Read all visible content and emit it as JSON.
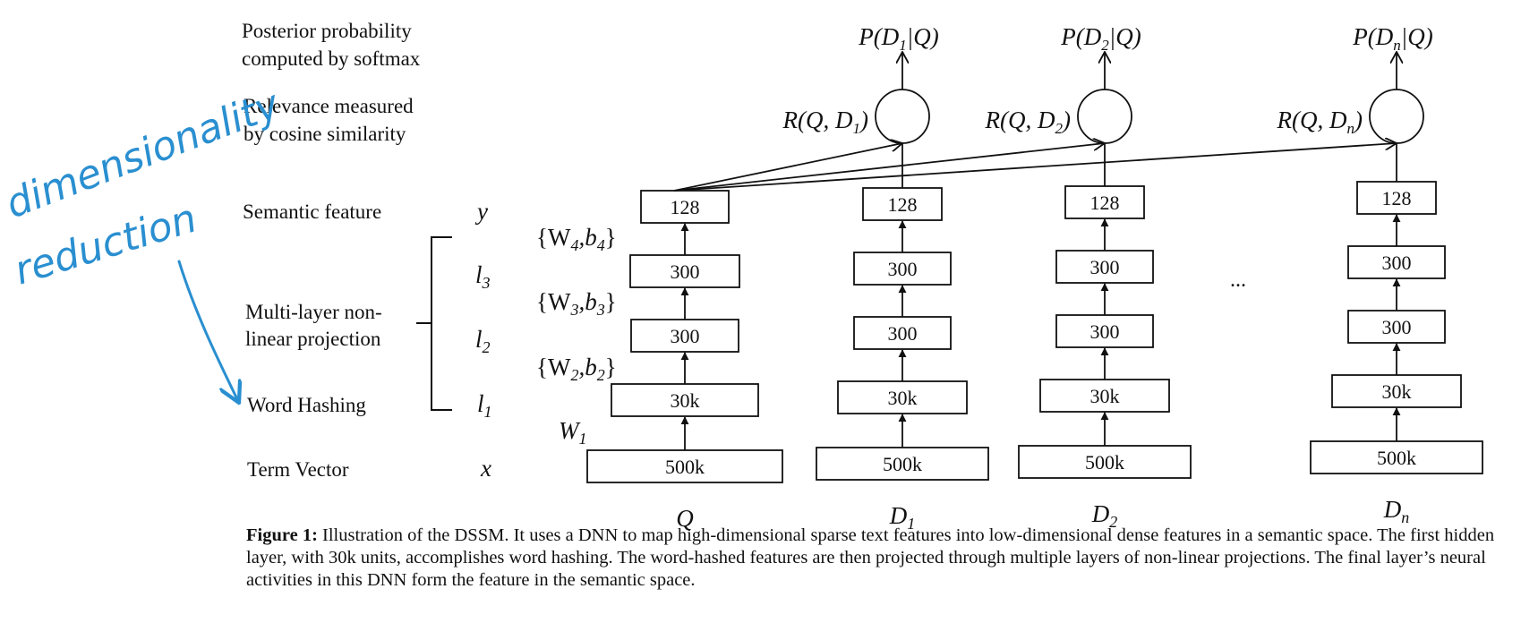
{
  "left_labels": {
    "posterior_line1": "Posterior probability",
    "posterior_line2": "computed by softmax",
    "relevance_line1": "Relevance measured",
    "relevance_line2": "by cosine similarity",
    "semantic": "Semantic feature",
    "multilayer_line1": "Multi-layer non-",
    "multilayer_line2": "linear projection",
    "word_hashing": "Word Hashing",
    "term_vector": "Term Vector"
  },
  "layer_symbols": {
    "y": "y",
    "l3": "l",
    "l3_sub": "3",
    "l2": "l",
    "l2_sub": "2",
    "l1": "l",
    "l1_sub": "1",
    "x": "x"
  },
  "weights": {
    "w4": "{W",
    "w4_sub1": "4",
    "w4_mid": ",b",
    "w4_sub2": "4",
    "w4_end": "}",
    "w3": "{W",
    "w3_sub1": "3",
    "w3_mid": ",b",
    "w3_sub2": "3",
    "w3_end": "}",
    "w2": "{W",
    "w2_sub1": "2",
    "w2_mid": ",b",
    "w2_sub2": "2",
    "w2_end": "}",
    "w1": "W",
    "w1_sub": "1"
  },
  "columns": [
    {
      "name": "Q",
      "name_sub": "",
      "layers": [
        "128",
        "300",
        "300",
        "30k",
        "500k"
      ]
    },
    {
      "name": "D",
      "name_sub": "1",
      "layers": [
        "128",
        "300",
        "300",
        "30k",
        "500k"
      ],
      "relevance": "R(Q, D",
      "relevance_sub": "1",
      "relevance_end": ")",
      "posterior": "P(D",
      "posterior_sub": "1",
      "posterior_end": "|Q)"
    },
    {
      "name": "D",
      "name_sub": "2",
      "layers": [
        "128",
        "300",
        "300",
        "30k",
        "500k"
      ],
      "relevance": "R(Q, D",
      "relevance_sub": "2",
      "relevance_end": ")",
      "posterior": "P(D",
      "posterior_sub": "2",
      "posterior_end": "|Q)"
    },
    {
      "name": "D",
      "name_sub": "n",
      "layers": [
        "128",
        "300",
        "300",
        "30k",
        "500k"
      ],
      "relevance": "R(Q, D",
      "relevance_sub": "n",
      "relevance_end": ")",
      "posterior": "P(D",
      "posterior_sub": "n",
      "posterior_end": "|Q)"
    }
  ],
  "ellipsis": "...",
  "annotation": {
    "line1": "dimensionality",
    "line2": "reduction",
    "color": "#2a8fd0"
  },
  "caption": {
    "label": "Figure 1:",
    "text": " Illustration of the DSSM. It uses a DNN to map high-dimensional sparse text features into low-dimensional dense features in a semantic space. The first hidden layer, with 30k units, accomplishes word hashing. The word-hashed features are then projected through multiple layers of non-linear projections. The final layer’s neural activities in this DNN form the feature in the semantic space."
  }
}
